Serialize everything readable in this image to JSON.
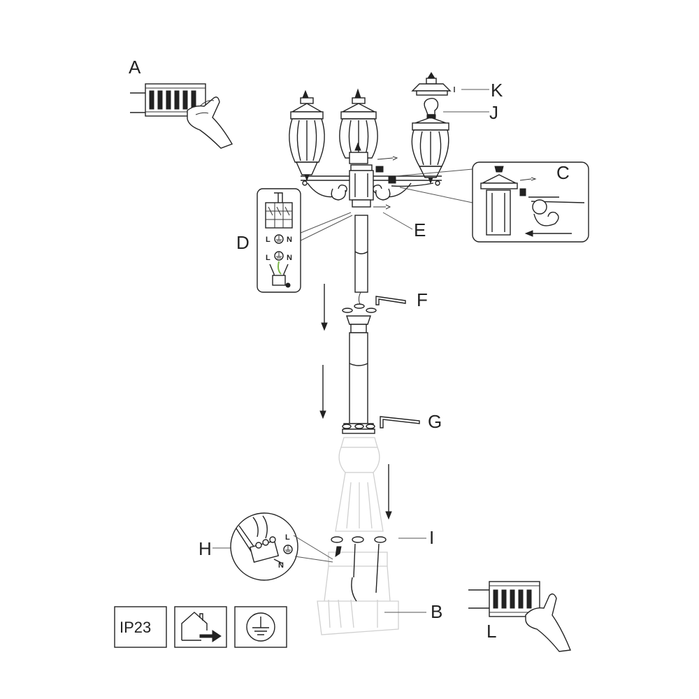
{
  "callouts": {
    "A": "A",
    "B": "B",
    "C": "C",
    "D": "D",
    "E": "E",
    "F": "F",
    "G": "G",
    "H": "H",
    "I": "I",
    "J": "J",
    "K": "K",
    "L": "L"
  },
  "wiring_d": {
    "live": "L",
    "neutral": "N",
    "live2": "L",
    "neutral2": "N"
  },
  "wiring_h": {
    "live": "L",
    "neutral": "N"
  },
  "symbols": {
    "ip_rating": "IP23",
    "outdoor_icon": "house-arrow-icon",
    "earth_icon": "protective-earth-icon"
  },
  "colors": {
    "line": "#222222",
    "ghost": "#d0d0d0",
    "earth_wire": "#7ab648"
  }
}
